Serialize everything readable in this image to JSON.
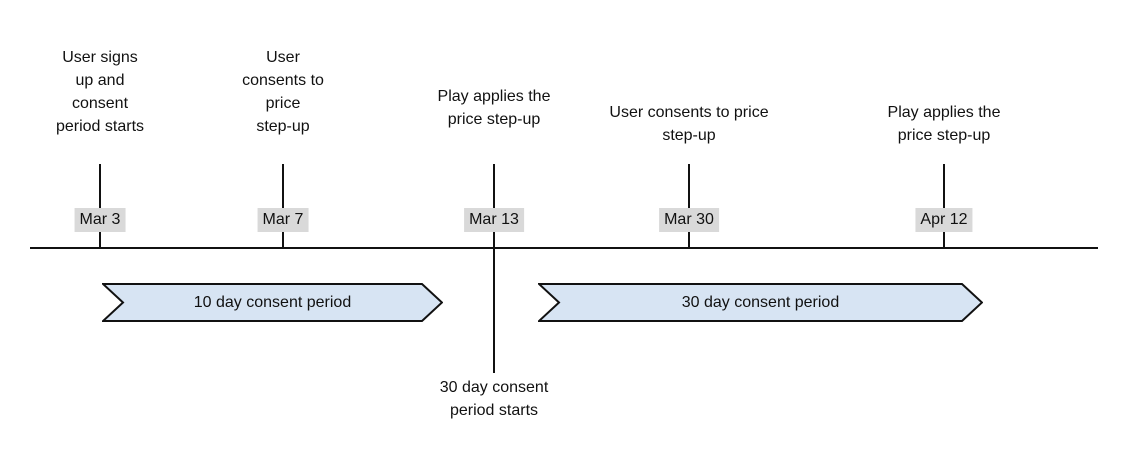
{
  "events": [
    {
      "label": "User signs\nup and\nconsent\nperiod starts",
      "date": "Mar 3"
    },
    {
      "label": "User\nconsents to\nprice\nstep-up",
      "date": "Mar 7"
    },
    {
      "label": "Play applies the\nprice step-up",
      "date": "Mar 13",
      "note": "30 day consent\nperiod starts"
    },
    {
      "label": "User consents to price\nstep-up",
      "date": "Mar 30"
    },
    {
      "label": "Play applies the\nprice step-up",
      "date": "Apr 12"
    }
  ],
  "periods": [
    {
      "label": "10 day consent period"
    },
    {
      "label": "30 day consent period"
    }
  ],
  "colors": {
    "background": "#ffffff",
    "text": "#111111",
    "axis_line": "#111111",
    "date_bg": "#d9d9d9",
    "period_fill": "#d7e4f3",
    "period_border": "#111111"
  }
}
